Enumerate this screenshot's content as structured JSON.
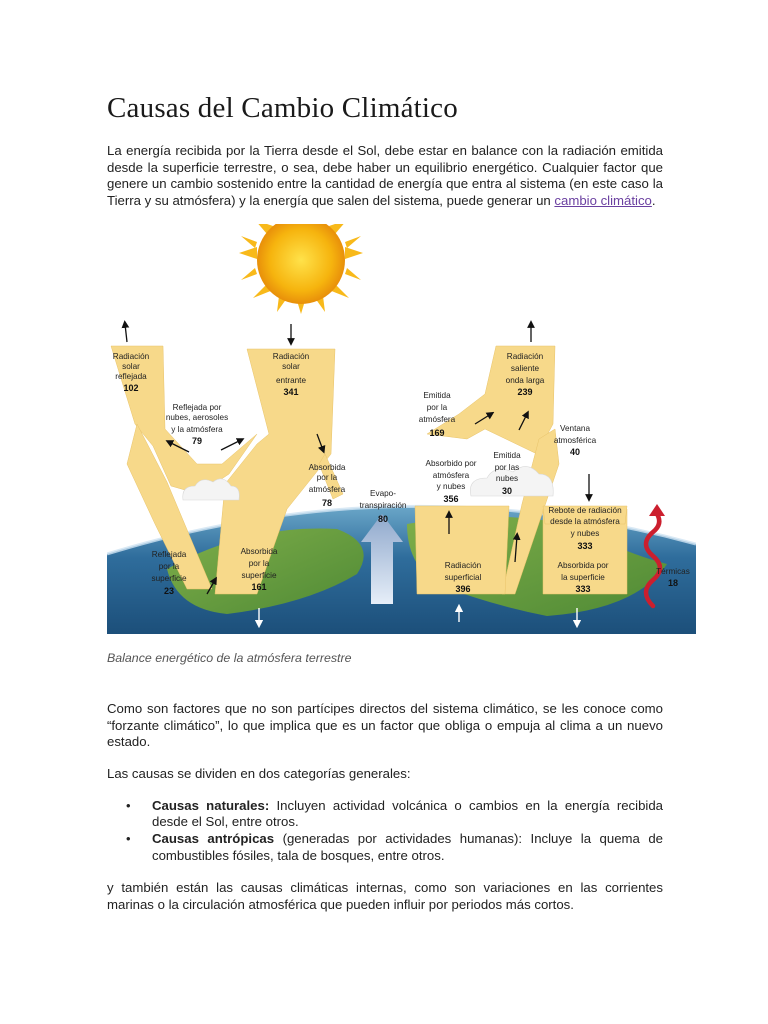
{
  "document": {
    "title": "Causas del Cambio Climático",
    "intro": {
      "text_before_link": "La energía recibida por la Tierra desde el Sol, debe estar en balance con la radiación emitida desde la superficie terrestre, o sea, debe haber un equilibrio energético. Cualquier factor que genere un cambio sostenido entre la cantidad de energía que entra al sistema (en este caso la Tierra y su atmósfera) y la energía que salen del sistema, puede generar un ",
      "link_text": "cambio climático",
      "text_after_link": "."
    },
    "caption": "Balance energético de la atmósfera terrestre",
    "paragraph_forzante": "Como son factores que no son partícipes directos del sistema climático, se les conoce como “forzante climático”, lo que implica que es un factor que obliga o empuja al clima a un nuevo estado.",
    "paragraph_categories": "Las causas se dividen en dos categorías generales:",
    "bullets": [
      {
        "bullet": "•",
        "bold": "Causas naturales:",
        "text": " Incluyen actividad volcánica o cambios en la energía recibida desde el Sol, entre otros."
      },
      {
        "bullet": "•",
        "bold": "Causas antrópicas",
        "text": " (generadas por actividades humanas): Incluye la quema de combustibles fósiles, tala de bosques, entre otros."
      }
    ],
    "paragraph_internal": "y también están las causas climáticas internas, como son variaciones en las corrientes marinas o la circulación atmosférica que pueden influir por periodos más cortos."
  },
  "diagram": {
    "colors": {
      "sky": "#ffffff",
      "band": "#f7d98a",
      "arrow_up": "#9fb7d6",
      "thermal": "#cc1f2e",
      "sun": "#f6b40e"
    },
    "labels": {
      "reflejada_solar": {
        "l1": "Radiación",
        "l2": "solar",
        "l3": "reflejada",
        "v": "102"
      },
      "entrante": {
        "l1": "Radiación",
        "l2": "solar",
        "l3": "entrante",
        "v": "341"
      },
      "nubes": {
        "l1": "Reflejada por",
        "l2": "nubes, aerosoles",
        "l3": "y la atmósfera",
        "v": "79"
      },
      "absorbida_atm": {
        "l1": "Absorbida",
        "l2": "por la",
        "l3": "atmósfera",
        "v": "78"
      },
      "evapo": {
        "l1": "Evapo-",
        "l2": "transpiración",
        "v": "80"
      },
      "refl_superficie": {
        "l1": "Reflejada",
        "l2": "por la",
        "l3": "superficie",
        "v": "23"
      },
      "abs_superficie": {
        "l1": "Absorbida",
        "l2": "por la",
        "l3": "superficie",
        "v": "161"
      },
      "saliente": {
        "l1": "Radiación",
        "l2": "saliente",
        "l3": "onda larga",
        "v": "239"
      },
      "emitida_atm": {
        "l1": "Emitida",
        "l2": "por la",
        "l3": "atmósfera",
        "v": "169"
      },
      "abs_atm_nubes": {
        "l1": "Absorbido por",
        "l2": "atmósfera",
        "l3": "y nubes",
        "v": "356"
      },
      "emitida_nubes": {
        "l1": "Emitida",
        "l2": "por las",
        "l3": "nubes",
        "v": "30"
      },
      "ventana": {
        "l1": "Ventana",
        "l2": "atmosférica",
        "v": "40"
      },
      "rebote": {
        "l1": "Rebote de radiación",
        "l2": "desde la atmósfera",
        "l3": "y nubes",
        "v": "333"
      },
      "rad_superficial": {
        "l1": "Radiación",
        "l2": "superficial",
        "v": "396"
      },
      "abs_sup2": {
        "l1": "Absorbida por",
        "l2": "la superficie",
        "v": "333"
      },
      "termicas": {
        "l1": "Térmicas",
        "v": "18"
      }
    }
  }
}
